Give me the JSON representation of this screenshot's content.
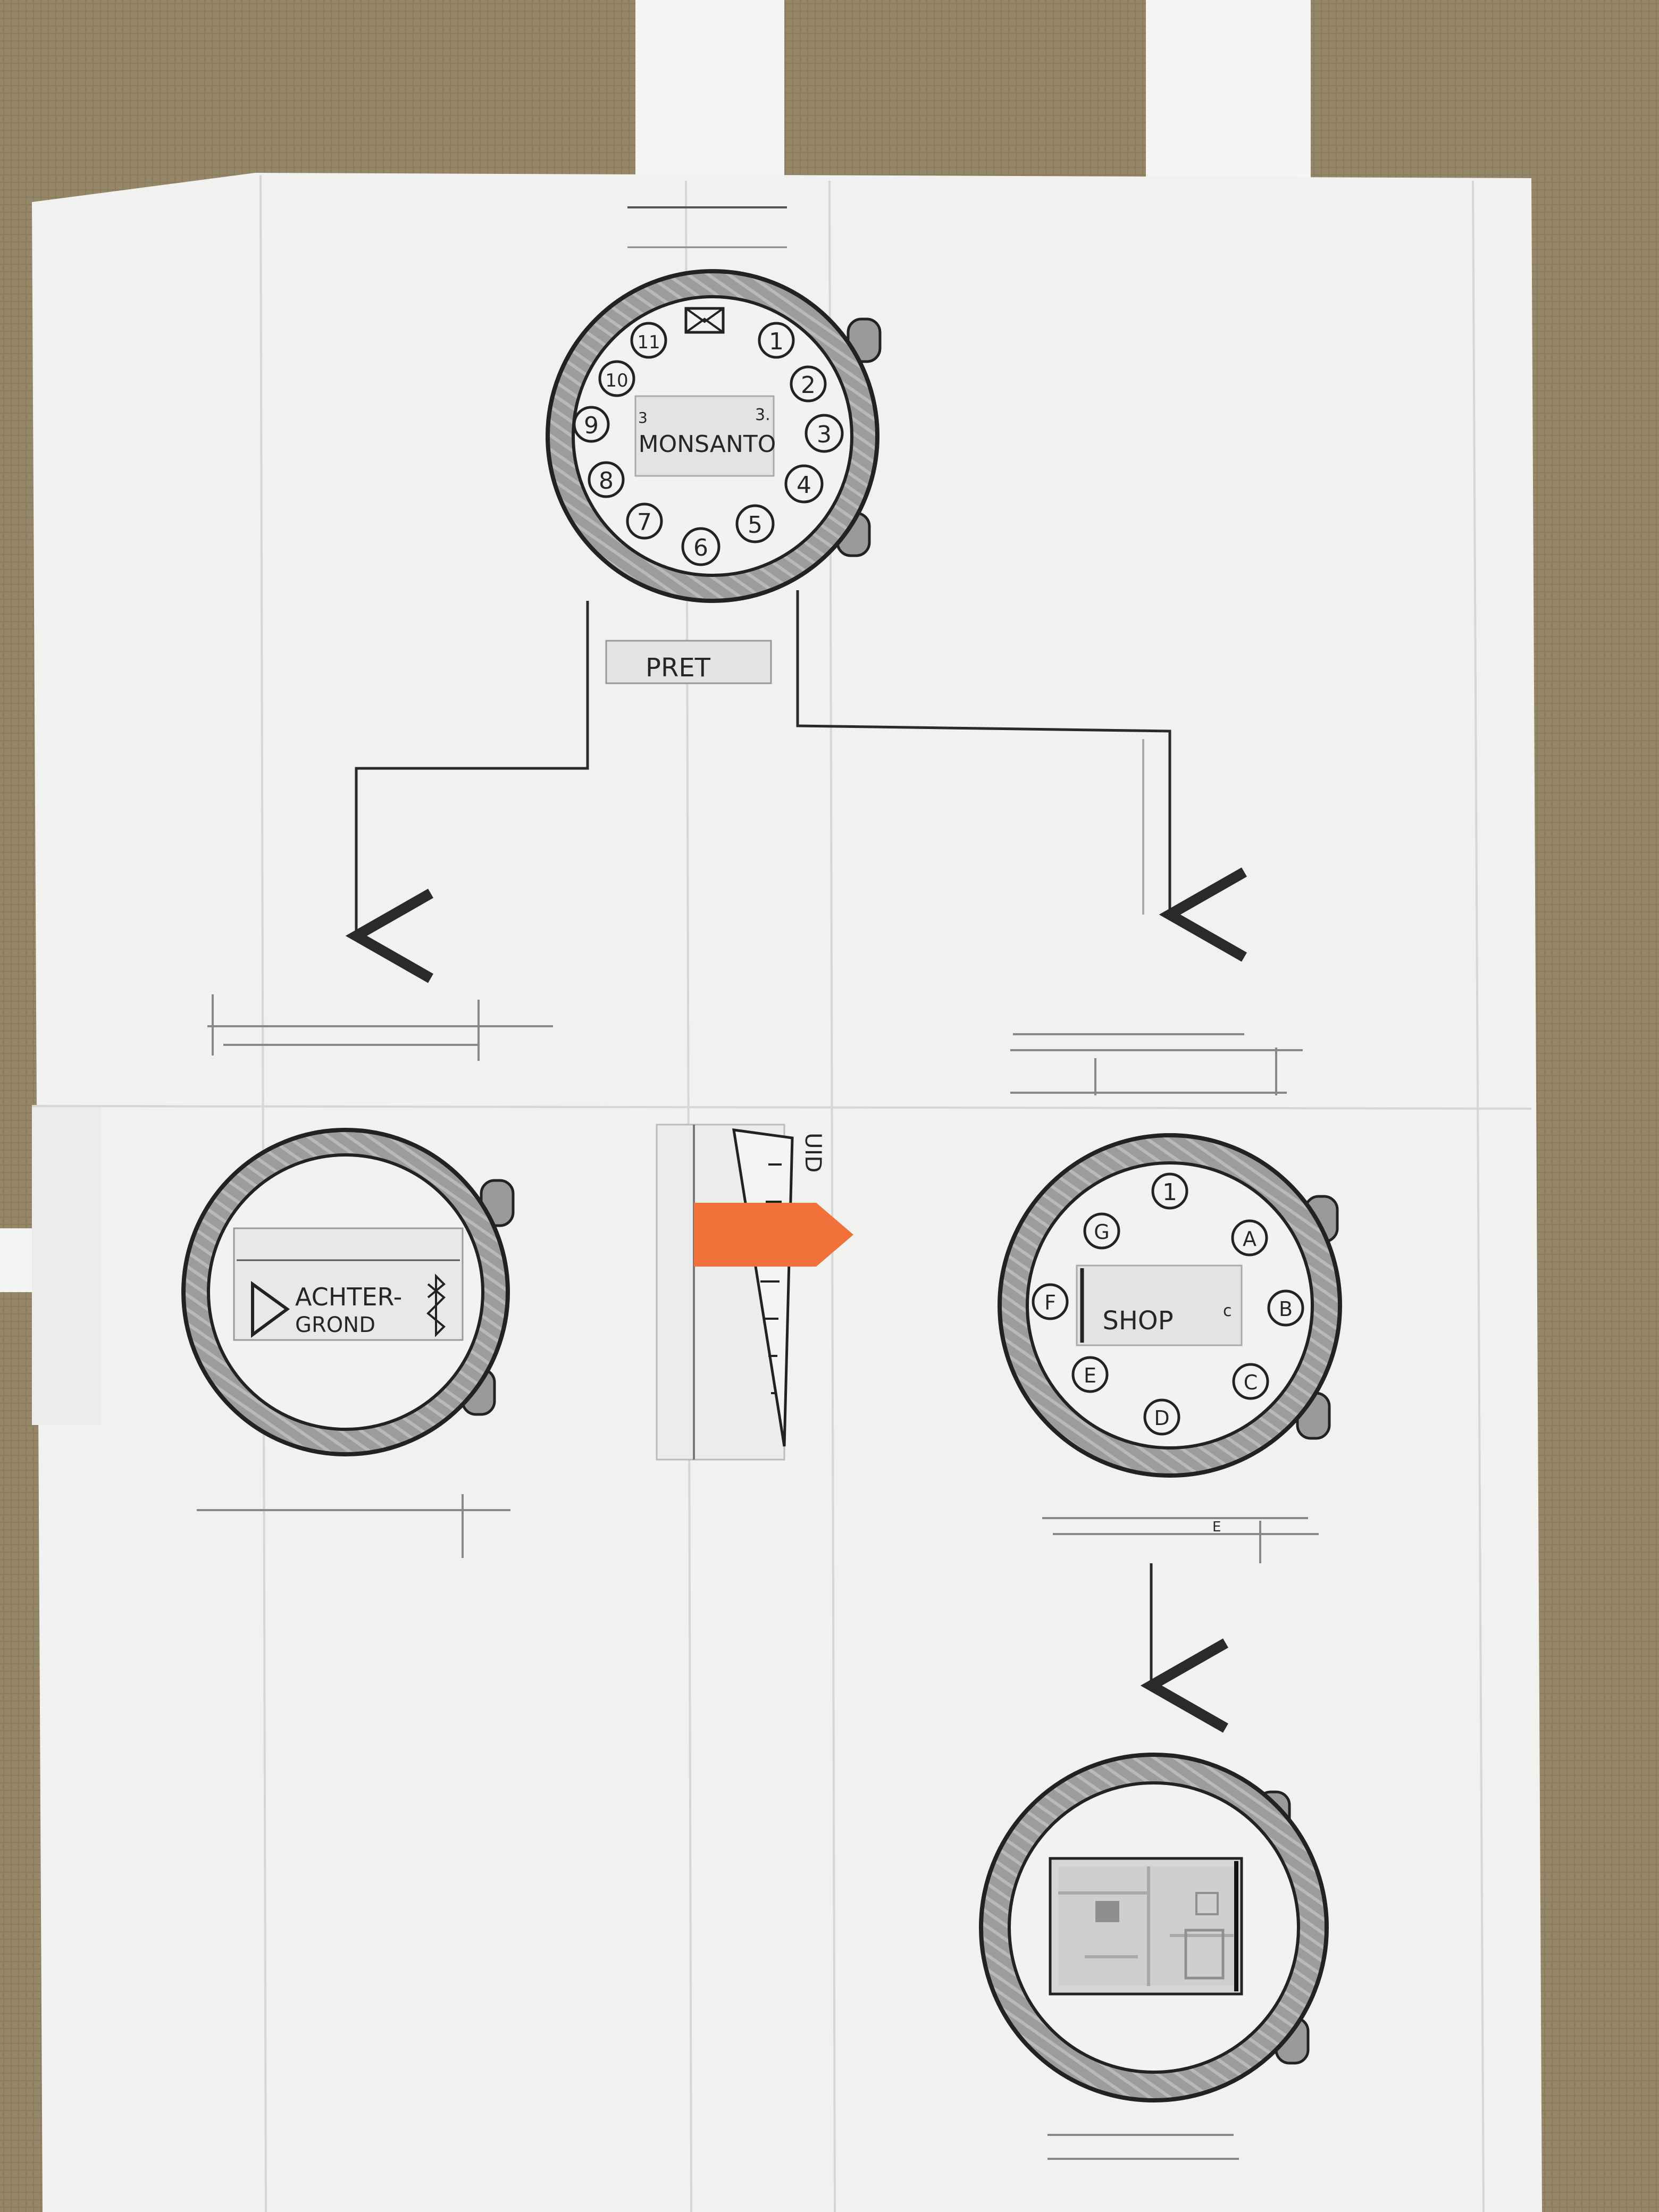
{
  "colors": {
    "background": "#958767",
    "paper": "#f1f1ef",
    "ink": "#262626",
    "bezel": "#9a9a9a",
    "screen": "#d9d9d7",
    "slider_pointer": "#f2703a"
  },
  "watch_main": {
    "top_icon": "envelope-icon",
    "numbers": [
      "1",
      "2",
      "3",
      "4",
      "5",
      "6",
      "7",
      "8",
      "9",
      "10",
      "11"
    ],
    "screen_text": "MONSANTO",
    "screen_corner_left": "3",
    "screen_corner_right": "3.",
    "strap_label": "PRET"
  },
  "watch_settings": {
    "play_icon": "play-triangle-icon",
    "text_line1": "ACHTER-",
    "text_line2": "GROND",
    "bluetooth_icon": "bluetooth-icon"
  },
  "volume_slider": {
    "label": "UID",
    "level": 0.3,
    "pointer_color": "#f2703a"
  },
  "watch_shop": {
    "top_label": "1",
    "letters": [
      "A",
      "B",
      "C",
      "D",
      "E",
      "F",
      "G"
    ],
    "screen_text": "SHOP",
    "screen_corner": "c"
  },
  "watch_map": {
    "content": "map-thumbnail"
  },
  "misc": {
    "small_mark": "E"
  }
}
